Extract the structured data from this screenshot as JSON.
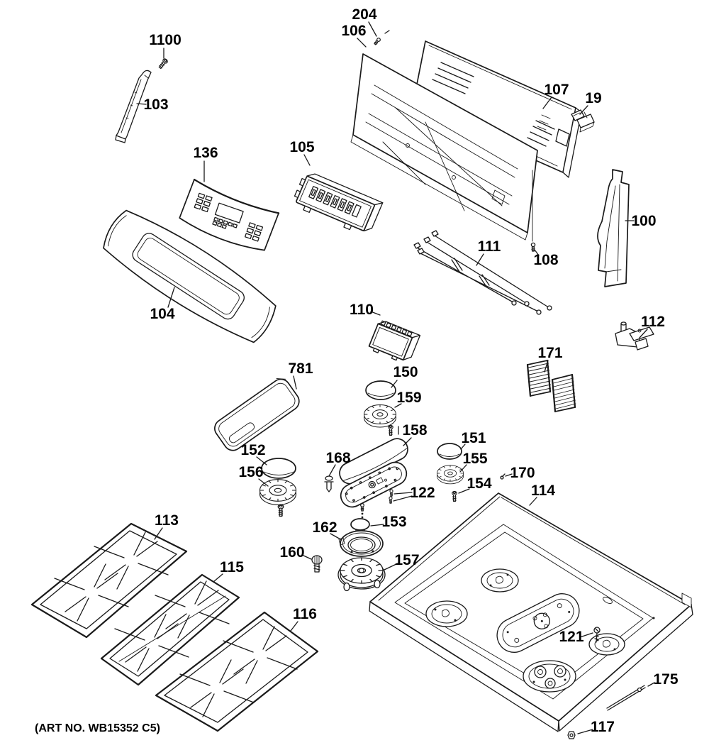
{
  "diagram": {
    "art_number": "(ART NO. WB15352 C5)",
    "colors": {
      "line": "#1a1a1a",
      "background": "#ffffff",
      "label_text": "#000000"
    },
    "labels": [
      {
        "part": "1100"
      },
      {
        "part": "103"
      },
      {
        "part": "136"
      },
      {
        "part": "104"
      },
      {
        "part": "105"
      },
      {
        "part": "204"
      },
      {
        "part": "106"
      },
      {
        "part": "107"
      },
      {
        "part": "19"
      },
      {
        "part": "100"
      },
      {
        "part": "111"
      },
      {
        "part": "108"
      },
      {
        "part": "110"
      },
      {
        "part": "112"
      },
      {
        "part": "171"
      },
      {
        "part": "781"
      },
      {
        "part": "150"
      },
      {
        "part": "159"
      },
      {
        "part": "158"
      },
      {
        "part": "151"
      },
      {
        "part": "155"
      },
      {
        "part": "168"
      },
      {
        "part": "152"
      },
      {
        "part": "156"
      },
      {
        "part": "122"
      },
      {
        "part": "170"
      },
      {
        "part": "154"
      },
      {
        "part": "114"
      },
      {
        "part": "162"
      },
      {
        "part": "153"
      },
      {
        "part": "160"
      },
      {
        "part": "157"
      },
      {
        "part": "113"
      },
      {
        "part": "115"
      },
      {
        "part": "116"
      },
      {
        "part": "121"
      },
      {
        "part": "175"
      },
      {
        "part": "117"
      }
    ]
  }
}
